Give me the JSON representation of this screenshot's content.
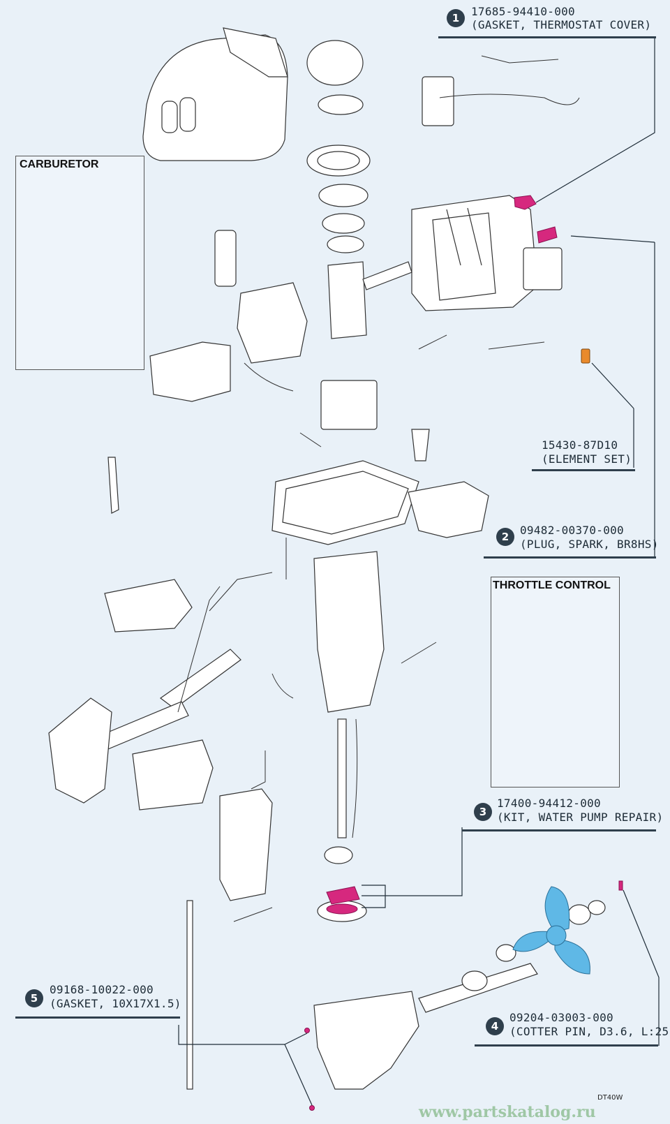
{
  "callouts": [
    {
      "num": "1",
      "part_no": "17685-94410-000",
      "desc": "(GASKET, THERMOSTAT COVER)"
    },
    {
      "num": "2",
      "part_no": "09482-00370-000",
      "desc": "(PLUG, SPARK, BR8HS)"
    },
    {
      "num": "3",
      "part_no": "17400-94412-000",
      "desc": "(KIT, WATER PUMP REPAIR)"
    },
    {
      "num": "4",
      "part_no": "09204-03003-000",
      "desc": "(COTTER PIN, D3.6, L:25)"
    },
    {
      "num": "5",
      "part_no": "09168-10022-000",
      "desc": "(GASKET, 10X17X1.5)"
    }
  ],
  "element_set": {
    "part_no": "15430-87D10",
    "desc": "(ELEMENT SET)"
  },
  "insets": {
    "carburetor": "CARBURETOR",
    "throttle": "THROTTLE CONTROL"
  },
  "model_code": "DT40W",
  "watermark": "www.partskatalog.ru",
  "colors": {
    "background": "#e9f1f8",
    "line": "#2f3f4c",
    "highlight_magenta": "#d6287e",
    "highlight_orange": "#e98a2c",
    "propeller": "#5fb8e6"
  }
}
